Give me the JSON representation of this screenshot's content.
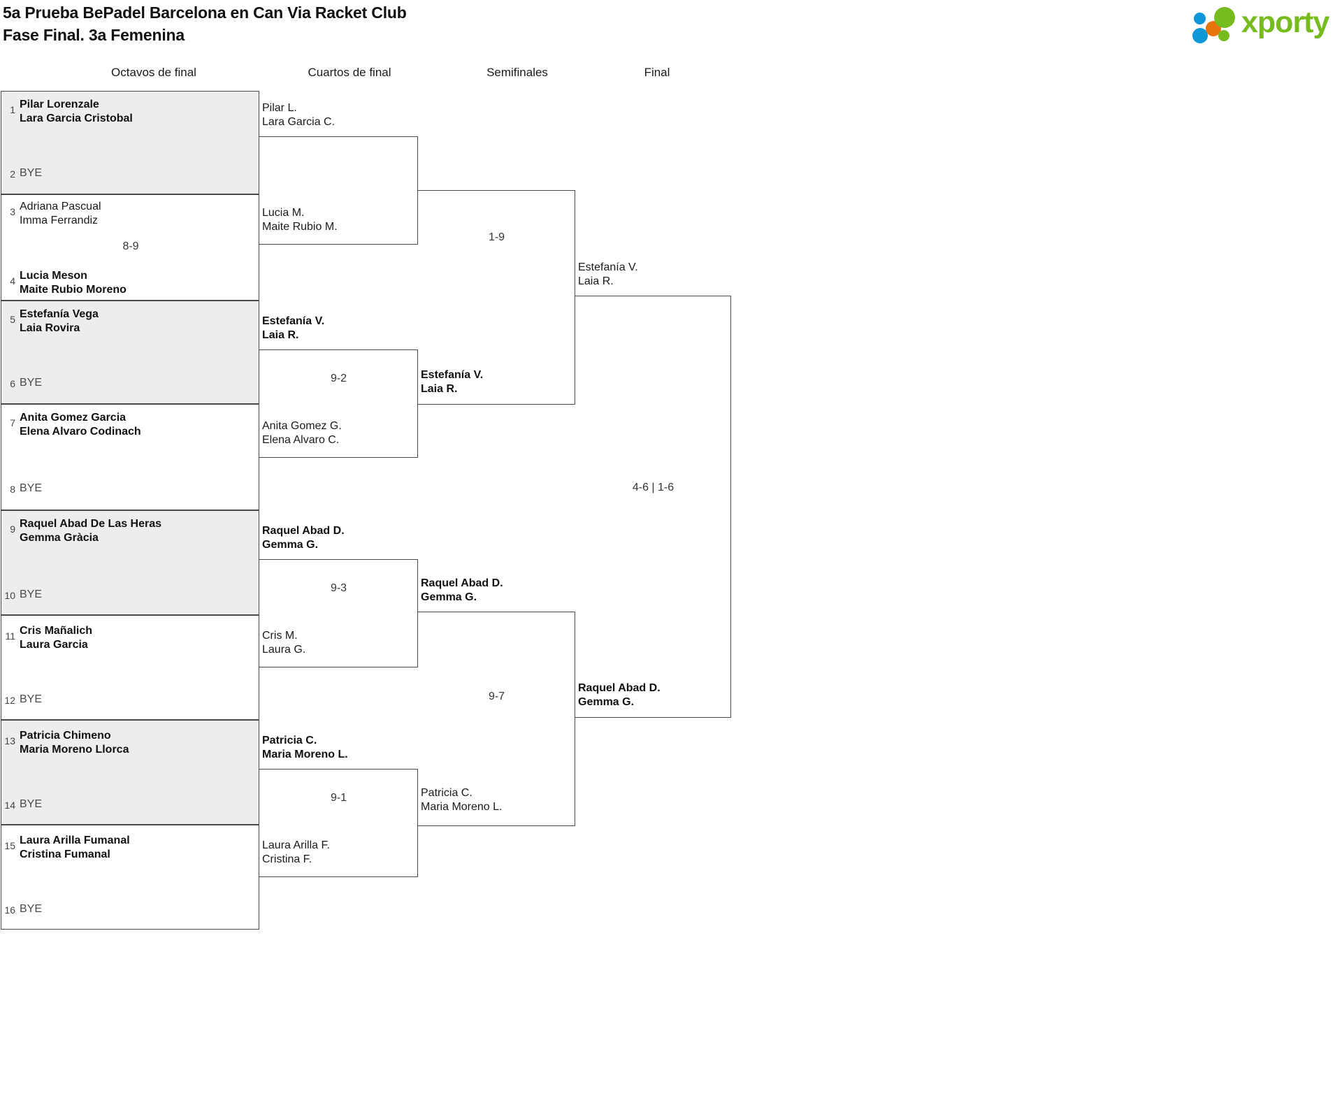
{
  "header": {
    "title_line1": "5a Prueba BePadel Barcelona en Can Via Racket Club",
    "title_line2": "Fase Final. 3a Femenina",
    "logo_word": "xporty"
  },
  "rounds": [
    {
      "label": "Octavos de final"
    },
    {
      "label": "Cuartos de final"
    },
    {
      "label": "Semifinales"
    },
    {
      "label": "Final"
    }
  ],
  "octavos": {
    "entries": [
      {
        "seed": "1",
        "line1": "Pilar Lorenzale",
        "line2": "Lara Garcia Cristobal",
        "winner": true,
        "bye": false
      },
      {
        "seed": "2",
        "line1": "BYE",
        "line2": "",
        "winner": false,
        "bye": true
      },
      {
        "seed": "3",
        "line1": "Adriana Pascual",
        "line2": "Imma Ferrandiz",
        "winner": false,
        "bye": false
      },
      {
        "seed": "4",
        "line1": "Lucia Meson",
        "line2": "Maite Rubio Moreno",
        "winner": true,
        "bye": false
      },
      {
        "seed": "5",
        "line1": "Estefanía Vega",
        "line2": "Laia Rovira",
        "winner": true,
        "bye": false
      },
      {
        "seed": "6",
        "line1": "BYE",
        "line2": "",
        "winner": false,
        "bye": true
      },
      {
        "seed": "7",
        "line1": "Anita Gomez Garcia",
        "line2": "Elena Alvaro Codinach",
        "winner": true,
        "bye": false
      },
      {
        "seed": "8",
        "line1": "BYE",
        "line2": "",
        "winner": false,
        "bye": true
      },
      {
        "seed": "9",
        "line1": "Raquel Abad De Las Heras",
        "line2": "Gemma Gràcia",
        "winner": true,
        "bye": false
      },
      {
        "seed": "10",
        "line1": "BYE",
        "line2": "",
        "winner": false,
        "bye": true
      },
      {
        "seed": "11",
        "line1": "Cris Mañalich",
        "line2": "Laura Garcia",
        "winner": true,
        "bye": false
      },
      {
        "seed": "12",
        "line1": "BYE",
        "line2": "",
        "winner": false,
        "bye": true
      },
      {
        "seed": "13",
        "line1": "Patricia Chimeno",
        "line2": "Maria Moreno Llorca",
        "winner": true,
        "bye": false
      },
      {
        "seed": "14",
        "line1": "BYE",
        "line2": "",
        "winner": false,
        "bye": true
      },
      {
        "seed": "15",
        "line1": "Laura Arilla Fumanal",
        "line2": "Cristina Fumanal",
        "winner": true,
        "bye": false
      },
      {
        "seed": "16",
        "line1": "BYE",
        "line2": "",
        "winner": false,
        "bye": true
      }
    ],
    "scores": [
      {
        "value": "8-9"
      }
    ]
  },
  "cuartos": {
    "entries": [
      {
        "line1": "Pilar L.",
        "line2": "Lara Garcia C.",
        "winner": false
      },
      {
        "line1": "Lucia M.",
        "line2": "Maite Rubio M.",
        "winner": false
      },
      {
        "line1": "Estefanía V.",
        "line2": "Laia R.",
        "winner": true
      },
      {
        "line1": "Anita Gomez G.",
        "line2": "Elena Alvaro C.",
        "winner": false
      },
      {
        "line1": "Raquel Abad D.",
        "line2": "Gemma G.",
        "winner": true
      },
      {
        "line1": "Cris M.",
        "line2": "Laura G.",
        "winner": false
      },
      {
        "line1": "Patricia C.",
        "line2": "Maria Moreno L.",
        "winner": true
      },
      {
        "line1": "Laura Arilla F.",
        "line2": "Cristina F.",
        "winner": false
      }
    ],
    "scores": [
      {
        "value": "9-2"
      },
      {
        "value": "9-3"
      },
      {
        "value": "9-1"
      }
    ]
  },
  "semifinales": {
    "entries": [
      {
        "line1": "Estefanía V.",
        "line2": "Laia R.",
        "winner": true
      },
      {
        "line1": "Raquel Abad D.",
        "line2": "Gemma G.",
        "winner": true
      },
      {
        "line1": "Patricia C.",
        "line2": "Maria Moreno L.",
        "winner": false
      }
    ],
    "scores": [
      {
        "value": "1-9"
      },
      {
        "value": "9-7"
      }
    ]
  },
  "final": {
    "entries": [
      {
        "line1": "Estefanía V.",
        "line2": "Laia R.",
        "winner": false
      },
      {
        "line1": "Raquel Abad D.",
        "line2": "Gemma G.",
        "winner": true
      }
    ],
    "scores": [
      {
        "value": "4-6 | 1-6"
      }
    ]
  }
}
